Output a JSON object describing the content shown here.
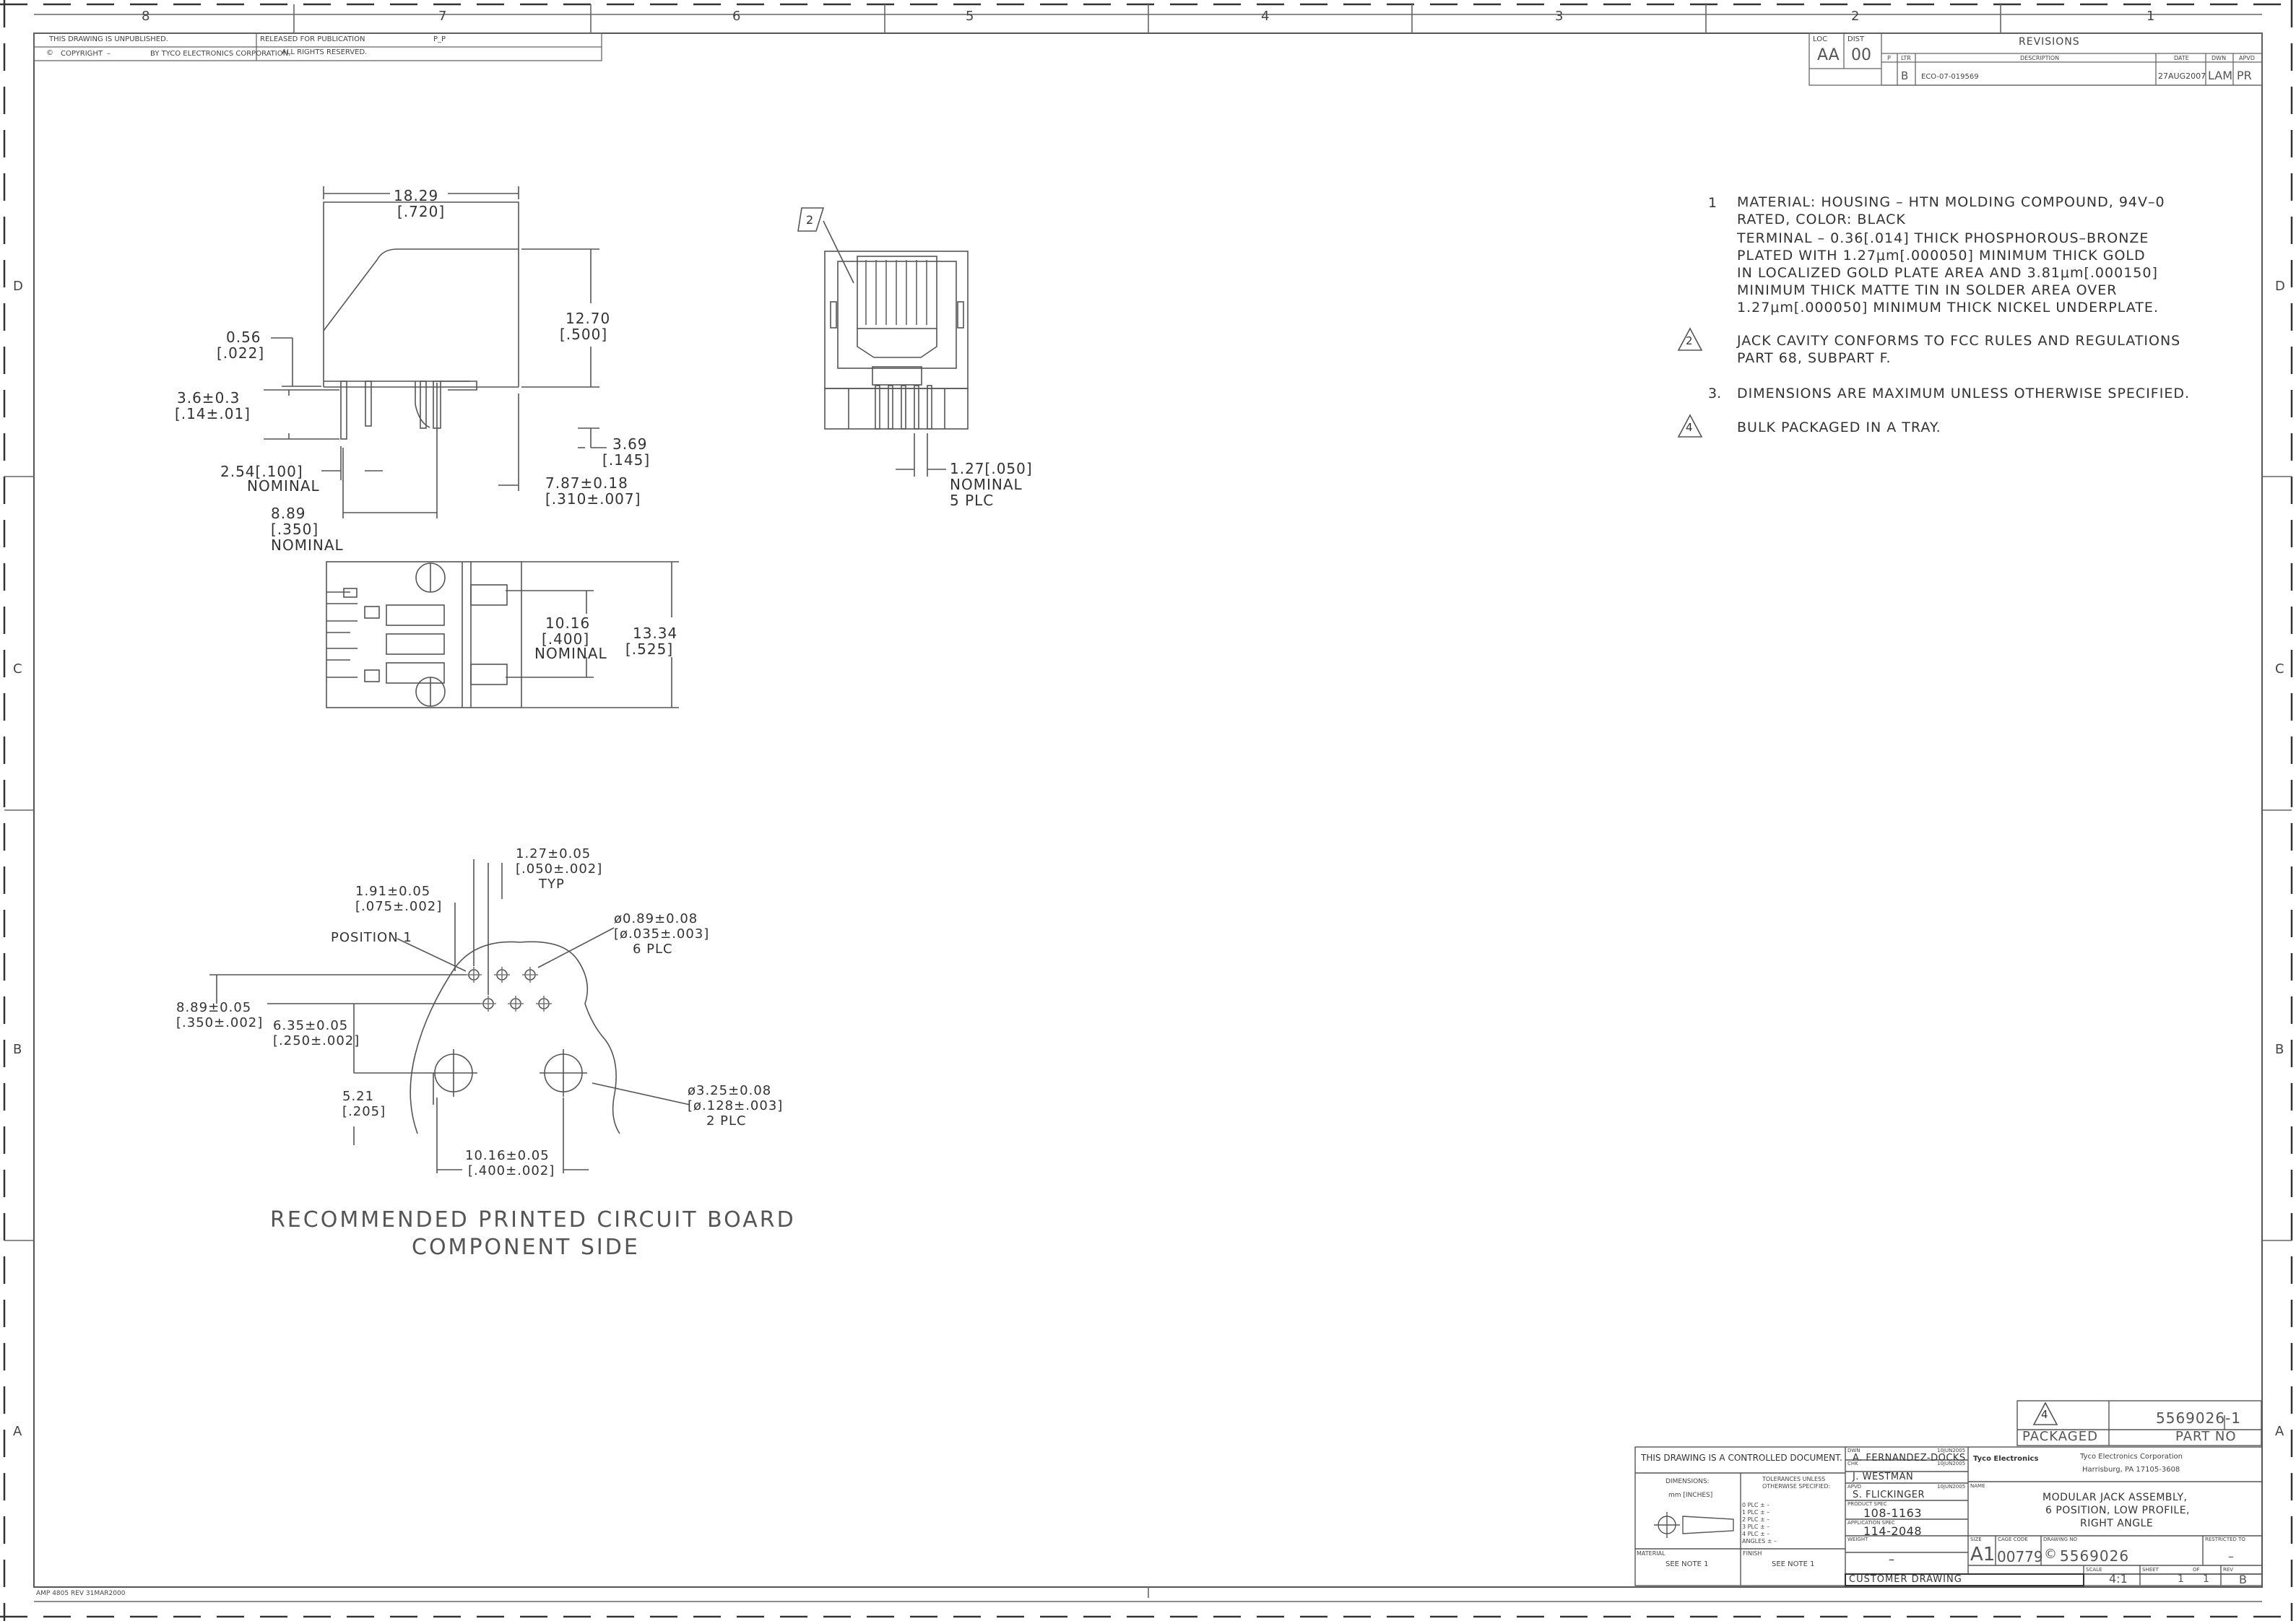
{
  "zones": {
    "top": [
      "8",
      "7",
      "6",
      "5",
      "4",
      "3",
      "2",
      "1"
    ],
    "side": [
      "D",
      "C",
      "B",
      "A"
    ]
  },
  "header_strip": {
    "unpublished": "THIS DRAWING IS UNPUBLISHED.",
    "released": "RELEASED FOR PUBLICATION",
    "released_value": "P_P",
    "copyright": "COPYRIGHT",
    "copyright_dash": "–",
    "by": "BY TYCO ELECTRONICS CORPORATION.",
    "rights": "ALL RIGHTS RESERVED."
  },
  "revisions": {
    "loc_label": "LOC",
    "loc": "AA",
    "dist_label": "DIST",
    "dist": "00",
    "title": "REVISIONS",
    "col_p": "P",
    "col_ltr": "LTR",
    "col_desc": "DESCRIPTION",
    "col_date": "DATE",
    "col_dwn": "DWN",
    "col_apvd": "APVD",
    "row": {
      "ltr": "B",
      "desc": "ECO-07-019569",
      "date": "27AUG2007",
      "dwn": "LAM",
      "apvd": "PR"
    }
  },
  "side_view": {
    "width_mm": "18.29",
    "width_in": "[.720]",
    "height_mm": "12.70",
    "height_in": "[.500]",
    "gap_mm": "0.56",
    "gap_in": "[.022]",
    "leg_mm": "3.6±0.3",
    "leg_in": "[.14±.01]",
    "tail_mm": "3.69",
    "tail_in": "[.145]",
    "pitch": "2.54[.100]",
    "pitch_note": "NOMINAL",
    "offset_mm": "7.87±0.18",
    "offset_in": "[.310±.007]",
    "span_mm": "8.89",
    "span_in": "[.350]",
    "span_note": "NOMINAL"
  },
  "front_view": {
    "callout": "2",
    "pitch_mm": "1.27[.050]",
    "pitch_note": "NOMINAL",
    "count": "5 PLC"
  },
  "bottom_view": {
    "post_mm": "10.16",
    "post_in": "[.400]",
    "post_note": "NOMINAL",
    "depth_mm": "13.34",
    "depth_in": "[.525]"
  },
  "pcb": {
    "pitch_mm": "1.27±0.05",
    "pitch_in": "[.050±.002]",
    "pitch_note": "TYP",
    "row_mm": "1.91±0.05",
    "row_in": "[.075±.002]",
    "position": "POSITION 1",
    "hole_mm": "ø0.89±0.08",
    "hole_in": "[ø.035±.003]",
    "hole_count": "6 PLC",
    "h1_mm": "8.89±0.05",
    "h1_in": "[.350±.002]",
    "h2_mm": "6.35±0.05",
    "h2_in": "[.250±.002]",
    "h3_mm": "5.21",
    "h3_in": "[.205]",
    "post_mm": "ø3.25±0.08",
    "post_in": "[ø.128±.003]",
    "post_count": "2 PLC",
    "span_mm": "10.16±0.05",
    "span_in": "[.400±.002]",
    "caption1": "RECOMMENDED PRINTED CIRCUIT BOARD",
    "caption2": "COMPONENT SIDE"
  },
  "notes": [
    {
      "num": "1",
      "flag": false,
      "lines": [
        "MATERIAL: HOUSING – HTN MOLDING COMPOUND, 94V–0",
        "RATED, COLOR: BLACK",
        "TERMINAL – 0.36[.014] THICK PHOSPHOROUS–BRONZE",
        "PLATED WITH 1.27μm[.000050] MINIMUM THICK GOLD",
        "IN LOCALIZED GOLD PLATE AREA AND 3.81μm[.000150]",
        "MINIMUM THICK MATTE TIN IN SOLDER AREA OVER",
        "1.27μm[.000050] MINIMUM THICK NICKEL UNDERPLATE."
      ]
    },
    {
      "num": "2",
      "flag": true,
      "lines": [
        "JACK CAVITY CONFORMS TO FCC RULES AND REGULATIONS",
        "PART 68, SUBPART F."
      ]
    },
    {
      "num": "3.",
      "flag": false,
      "lines": [
        "DIMENSIONS ARE MAXIMUM UNLESS OTHERWISE SPECIFIED."
      ]
    },
    {
      "num": "4",
      "flag": true,
      "lines": [
        "BULK PACKAGED IN A TRAY."
      ]
    }
  ],
  "part_table": {
    "flag": "4",
    "part_no": "5569026-1",
    "col1": "PACKAGED",
    "col2": "PART NO"
  },
  "title_block": {
    "controlled": "THIS DRAWING IS A CONTROLLED DOCUMENT.",
    "dim_label": "DIMENSIONS:",
    "dim_units": "mm [INCHES]",
    "tol_label": "TOLERANCES UNLESS OTHERWISE SPECIFIED:",
    "tol_rows": [
      "0 PLC ± –",
      "1 PLC ± –",
      "2 PLC ± –",
      "3 PLC ± –",
      "4 PLC ± –",
      "ANGLES ± –"
    ],
    "material_label": "MATERIAL",
    "material": "SEE NOTE 1",
    "finish_label": "FINISH",
    "finish": "SEE NOTE 1",
    "dwn_label": "DWN",
    "dwn": "A. FERNANDEZ-DOCKS",
    "dwn_date": "10JUN2005",
    "chk_label": "CHK",
    "chk": "J. WESTMAN",
    "chk_date": "10JUN2005",
    "appd_label": "APVD",
    "appd": "S. FLICKINGER",
    "appd_date": "10JUN2005",
    "prod_spec_label": "PRODUCT SPEC",
    "prod_spec": "108-1163",
    "app_spec_label": "APPLICATION SPEC",
    "app_spec": "114-2048",
    "weight_label": "WEIGHT",
    "weight": "–",
    "company_logo": "Tyco Electronics",
    "company": "Tyco Electronics Corporation",
    "address": "Harrisburg, PA 17105-3608",
    "name_label": "NAME",
    "name1": "MODULAR JACK ASSEMBLY,",
    "name2": "6 POSITION, LOW PROFILE,",
    "name3": "RIGHT ANGLE",
    "size_label": "SIZE",
    "size": "A1",
    "cage_label": "CAGE CODE",
    "cage": "00779",
    "dwg_label": "DRAWING NO",
    "dwg": "5569026",
    "restricted_label": "RESTRICTED TO",
    "restricted": "–",
    "customer": "CUSTOMER DRAWING",
    "scale_label": "SCALE",
    "scale": "4:1",
    "sheet_label": "SHEET",
    "sheet": "1",
    "of_label": "OF",
    "of": "1",
    "rev_label": "REV",
    "rev": "B"
  },
  "footer": "AMP 4805 REV 31MAR2000"
}
